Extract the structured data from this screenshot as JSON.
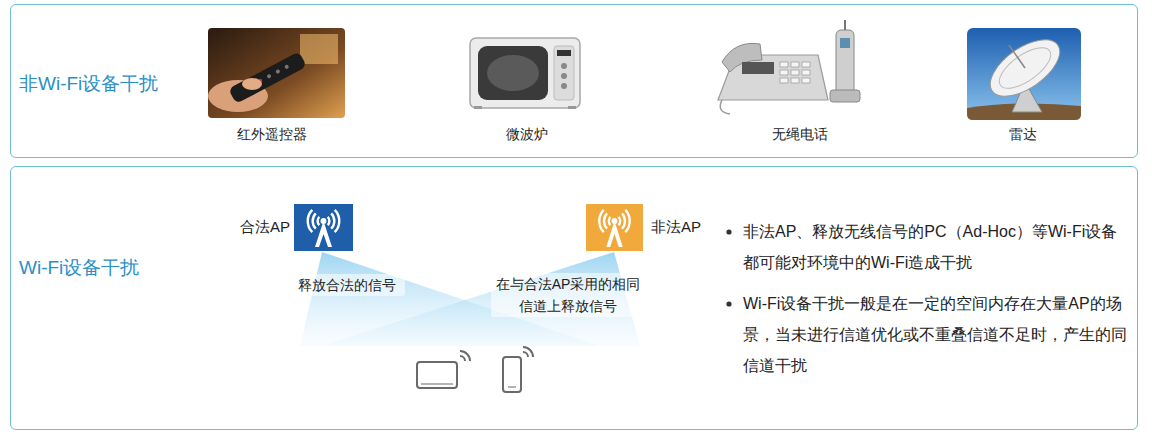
{
  "diagram": {
    "nodes": [
      {
        "text": [
          "非Wi-Fi设备干扰"
        ]
      },
      {
        "text": [
          "Wi-Fi设备干扰"
        ]
      },
      {
        "text": [
          "合法AP"
        ],
        "in": 1
      },
      {
        "text": [
          "非法AP"
        ],
        "in": 1
      }
    ],
    "labels": [
      "红外遥控器",
      "微波炉",
      "无绳电话",
      "雷达",
      "释放合法的信号",
      "在与合法AP采用的相同信道上释放信号",
      "非法AP、释放无线信号的PC（Ad-Hoc）等Wi-Fi设备都可能对环境中的Wi-Fi造成干扰",
      "Wi-Fi设备干扰一般是在一定的空间内存在大量AP的场景，当未进行信道优化或不重叠信道不足时，产生的同信道干扰"
    ]
  }
}
